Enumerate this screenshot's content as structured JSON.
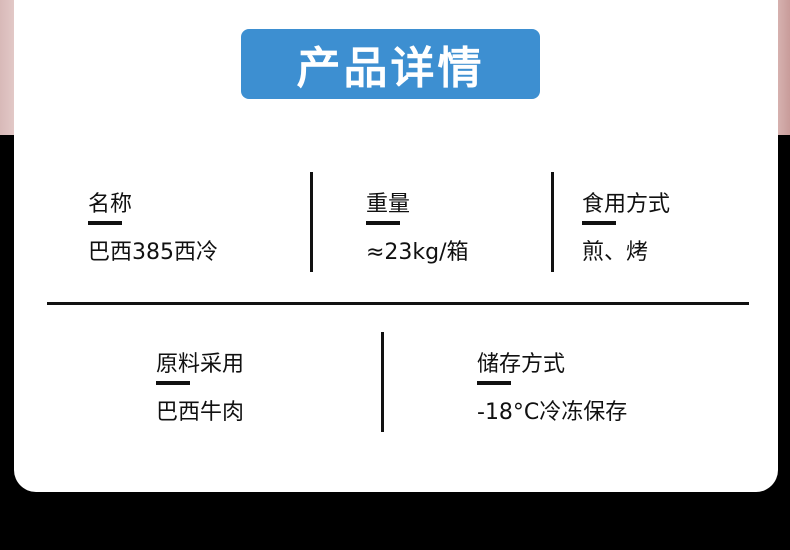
{
  "header": {
    "title": "产品详情"
  },
  "row1": [
    {
      "label": "名称",
      "value": "巴西385西冷"
    },
    {
      "label": "重量",
      "value": "≈23kg/箱"
    },
    {
      "label": "食用方式",
      "value": "煎、烤"
    }
  ],
  "row2": [
    {
      "label": "原料采用",
      "value": "巴西牛肉"
    },
    {
      "label": "储存方式",
      "value": "-18°C冷冻保存"
    }
  ],
  "colors": {
    "banner": "#3d8fd1",
    "card": "#ffffff",
    "background": "#000000"
  }
}
